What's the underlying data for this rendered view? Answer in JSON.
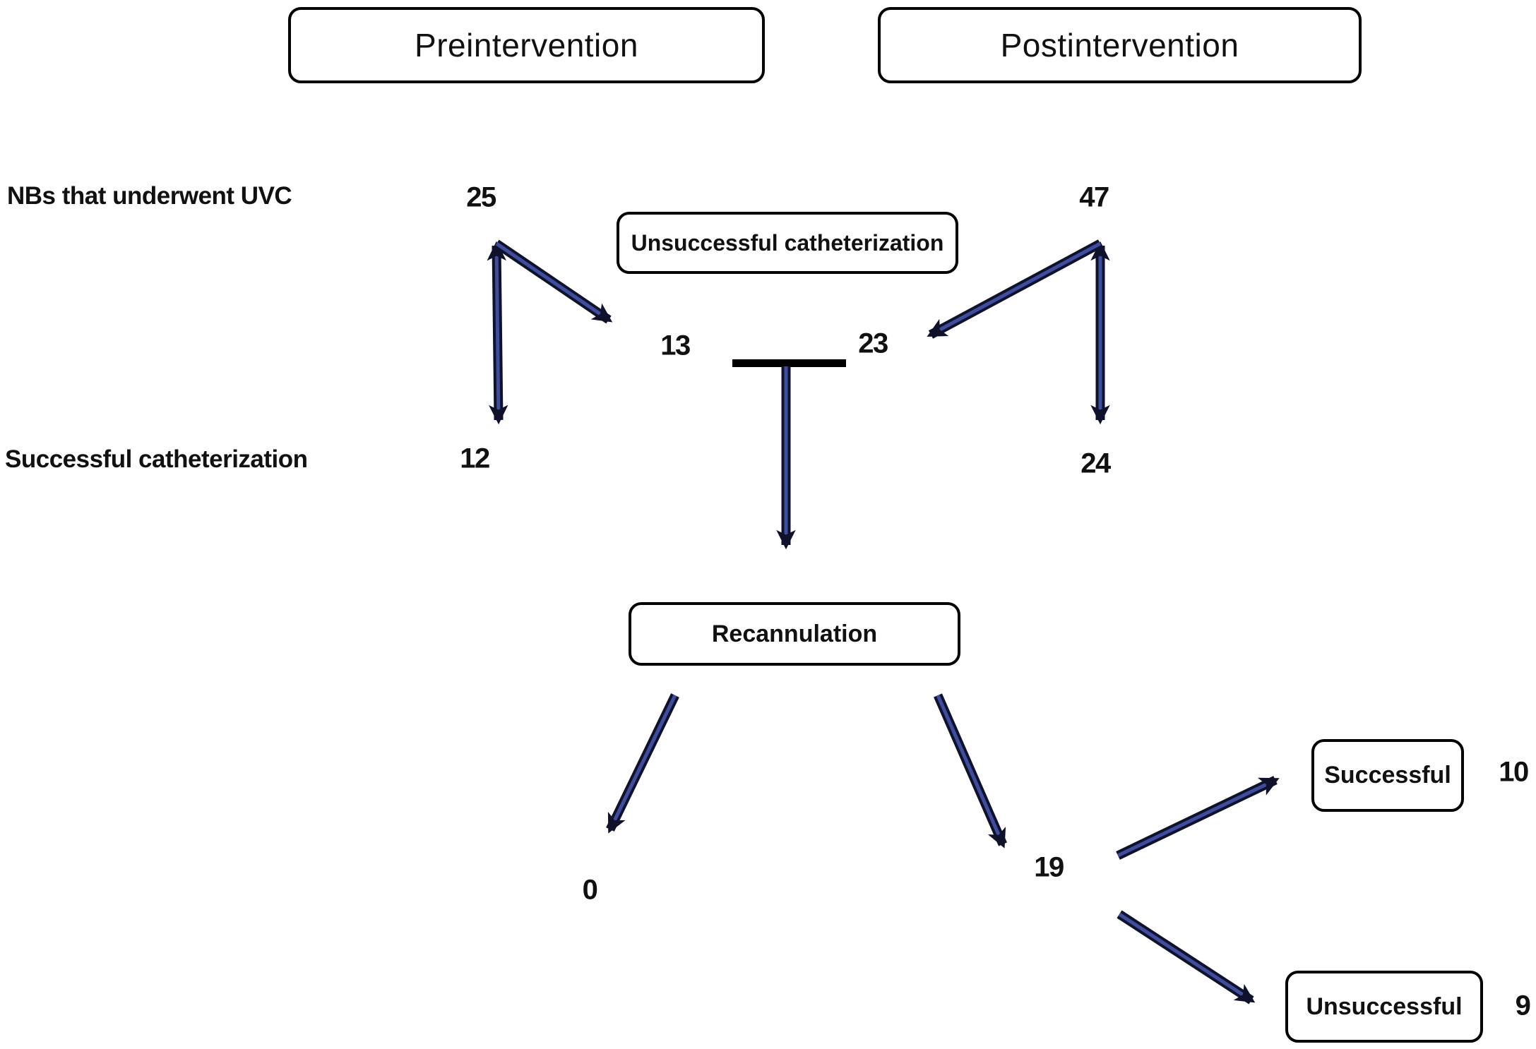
{
  "colors": {
    "background": "#ffffff",
    "text": "#111111",
    "box_border": "#000000",
    "arrow_core": "#3e4d9e",
    "arrow_outline": "#10122c"
  },
  "headers": {
    "pre": "Preintervention",
    "post": "Postintervention"
  },
  "row_labels": {
    "uvc": "NBs that underwent UVC",
    "successful": "Successful catheterization"
  },
  "boxes": {
    "unsuccessful_cath": "Unsuccessful catheterization",
    "recannulation": "Recannulation",
    "successful": "Successful",
    "unsuccessful": "Unsuccessful"
  },
  "counts": {
    "pre_uvc": "25",
    "post_uvc": "47",
    "pre_unsuccessful": "13",
    "post_unsuccessful": "23",
    "pre_successful": "12",
    "post_successful": "24",
    "recann_from_pre": "0",
    "recann_from_post": "19",
    "recann_successful": "10",
    "recann_unsuccessful": "9"
  }
}
